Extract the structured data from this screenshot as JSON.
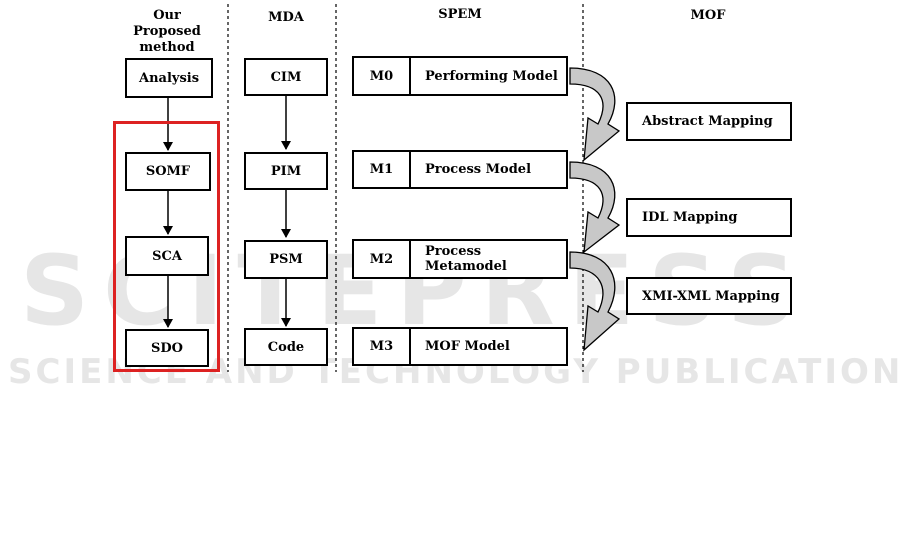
{
  "columns": {
    "proposed": [
      "Our",
      "Proposed",
      "method"
    ],
    "mda": "MDA",
    "spem": "SPEM",
    "mof": "MOF"
  },
  "proposed_method": [
    "Analysis",
    "SOMF",
    "SCA",
    "SDO"
  ],
  "mda_levels": [
    "CIM",
    "PIM",
    "PSM",
    "Code"
  ],
  "spem_levels": [
    {
      "level": "M0",
      "name": "Performing Model"
    },
    {
      "level": "M1",
      "name": "Process Model"
    },
    {
      "level": "M2",
      "name": "Process Metamodel"
    },
    {
      "level": "M3",
      "name": "MOF Model"
    }
  ],
  "mof_mappings": [
    "Abstract Mapping",
    "IDL Mapping",
    "XMI-XML Mapping"
  ],
  "watermark": {
    "main": "SCITEPRESS",
    "sub": "SCIENCE AND TECHNOLOGY PUBLICATIONS"
  },
  "colors": {
    "highlight": "#dd2222",
    "arrow_fill": "#c8c8c8",
    "watermark": "#e6e6e6"
  }
}
